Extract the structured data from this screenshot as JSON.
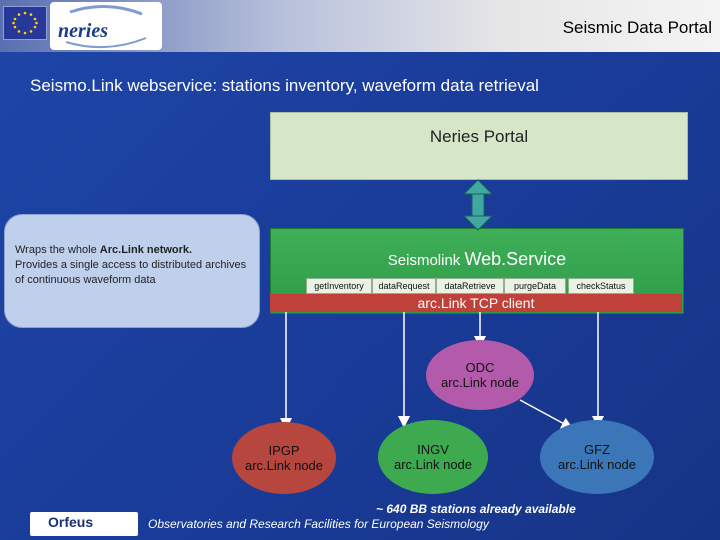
{
  "header": {
    "title": "Seismic Data Portal",
    "logo_text": "neries"
  },
  "subtitle": "Seismo.Link webservice:  stations inventory, waveform data retrieval",
  "portal_box": {
    "label": "Neries Portal"
  },
  "webservice": {
    "title_prefix": "Seismolink ",
    "title_suffix": "Web.Service",
    "methods": [
      "getInventory",
      "dataRequest",
      "dataRetrieve",
      "purgeData",
      "checkStatus"
    ],
    "tcp_label": "arc.Link TCP client"
  },
  "callout": {
    "line1_prefix": "Wraps the whole ",
    "line1_bold": "Arc.Link network.",
    "rest": "Provides a single access  to distributed archives  of continuous waveform data"
  },
  "nodes": {
    "odc": {
      "name": "ODC",
      "type": "arc.Link node"
    },
    "ipgp": {
      "name": "IPGP",
      "type": "arc.Link node"
    },
    "ingv": {
      "name": "INGV",
      "type": "arc.Link node"
    },
    "gfz": {
      "name": "GFZ",
      "type": "arc.Link node"
    }
  },
  "stations_note": "~ 640 BB stations already available",
  "footer": "Observatories and Research Facilities for European Seismology",
  "orfeus_logo": "Orfeus",
  "colors": {
    "background": "#1e46a8",
    "portal_box": "#d6e6c8",
    "webservice": "#3faf58",
    "tcp_bar": "#c0413a",
    "odc": "#b35aaa",
    "ipgp": "#b7463f",
    "ingv": "#3daa50",
    "gfz": "#3a76b8"
  }
}
